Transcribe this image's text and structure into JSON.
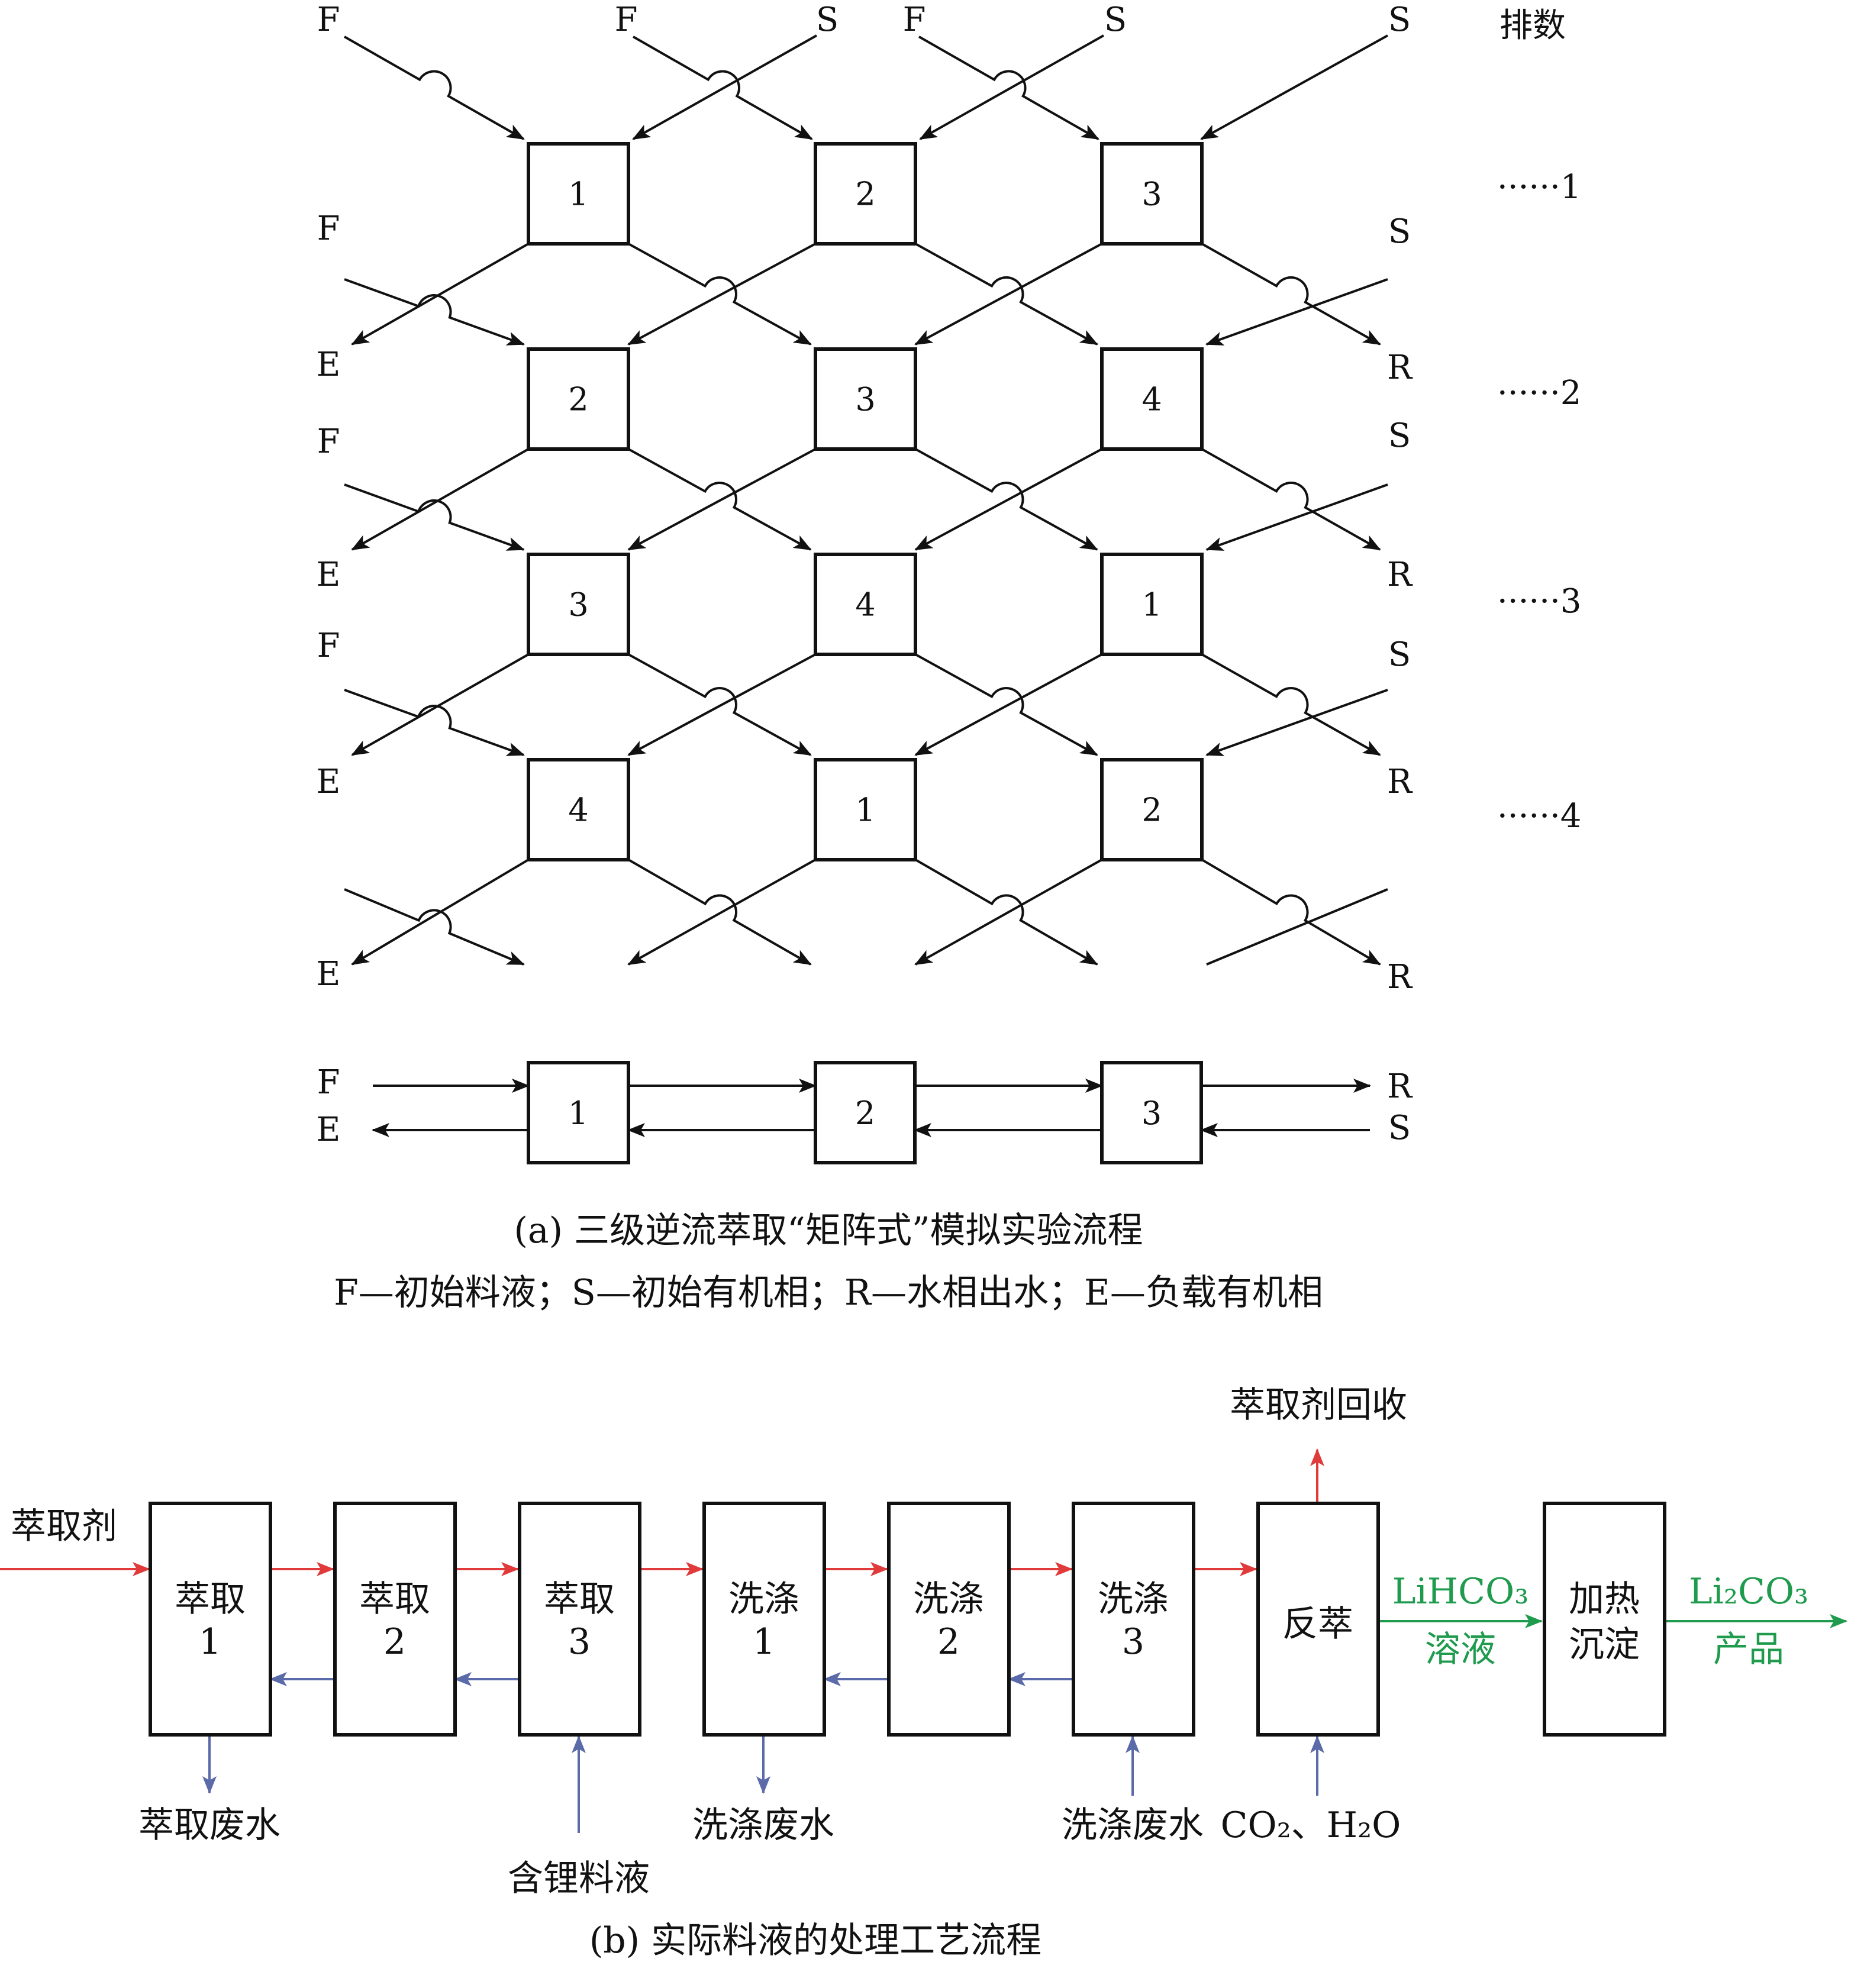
{
  "panel_a": {
    "top_labels": [
      "F",
      "F",
      "S",
      "F",
      "S",
      "S"
    ],
    "column_header": "排数",
    "left_f_labels": [
      "F",
      "F",
      "F"
    ],
    "left_e_labels": [
      "E",
      "E",
      "E",
      "E"
    ],
    "right_s_labels": [
      "S",
      "S",
      "S"
    ],
    "right_r_labels": [
      "R",
      "R",
      "R",
      "R"
    ],
    "grid_numbers": [
      [
        "1",
        "2",
        "3"
      ],
      [
        "2",
        "3",
        "4"
      ],
      [
        "3",
        "4",
        "1"
      ],
      [
        "4",
        "1",
        "2"
      ]
    ],
    "row_markers": [
      "······1",
      "······2",
      "······3",
      "······4"
    ],
    "summary": {
      "stages": [
        "1",
        "2",
        "3"
      ],
      "left_top": "F",
      "left_bottom": "E",
      "right_top": "R",
      "right_bottom": "S"
    },
    "caption": "(a) 三级逆流萃取“矩阵式”模拟实验流程",
    "legend": "F—初始料液；S—初始有机相；R—水相出水；E—负载有机相"
  },
  "panel_b": {
    "input_label": "萃取剂",
    "boxes": [
      {
        "line1": "萃取",
        "line2": "1"
      },
      {
        "line1": "萃取",
        "line2": "2"
      },
      {
        "line1": "萃取",
        "line2": "3"
      },
      {
        "line1": "洗涤",
        "line2": "1"
      },
      {
        "line1": "洗涤",
        "line2": "2"
      },
      {
        "line1": "洗涤",
        "line2": "3"
      },
      {
        "line1": "反萃",
        "line2": ""
      },
      {
        "line1": "加热",
        "line2": "沉淀"
      }
    ],
    "recovery_label": "萃取剂回收",
    "bottom_labels": {
      "extraction_waste": "萃取废水",
      "feed": "含锂料液",
      "wash_waste_out": "洗涤废水",
      "wash_water_in": "洗涤废水",
      "co2_h2o": "CO₂、H₂O"
    },
    "lihco3_label": "LiHCO₃",
    "lihco3_sub": "溶液",
    "li2co3_label": "Li₂CO₃",
    "li2co3_sub": "产品",
    "caption": "(b) 实际料液的处理工艺流程",
    "colors": {
      "organic": "#e03a3a",
      "aqueous": "#5b6aa8",
      "product": "#1e9b4c"
    }
  }
}
